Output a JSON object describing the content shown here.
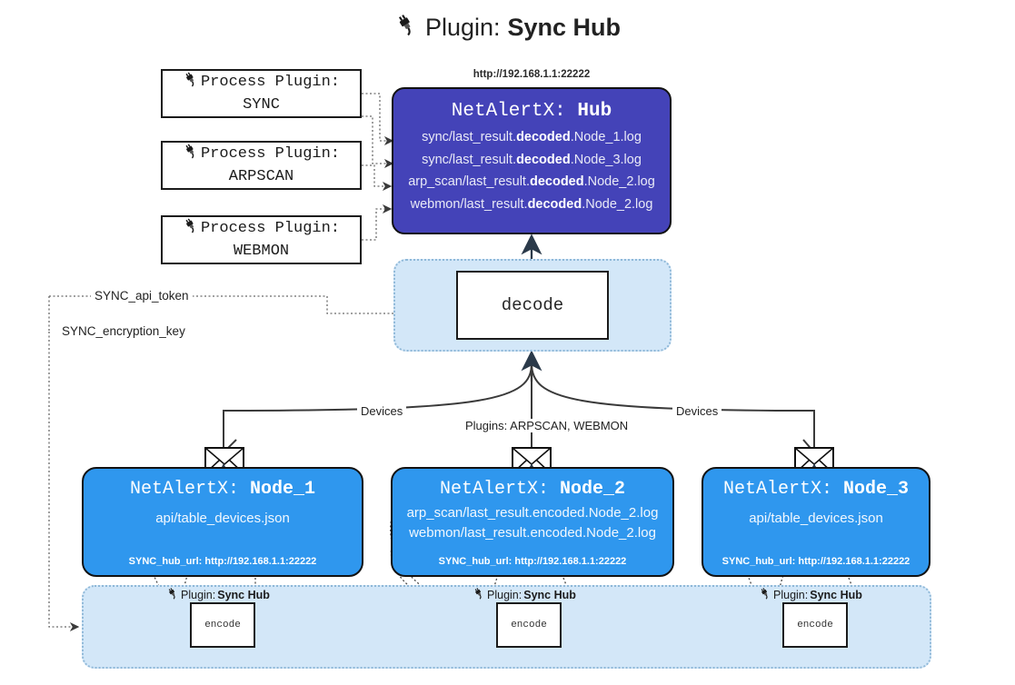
{
  "title": {
    "icon": "plug-icon",
    "prefix": "Plugin:",
    "name": "Sync Hub"
  },
  "process_plugins": [
    {
      "line1": "Process Plugin:",
      "line2": "SYNC",
      "icon": "plug-icon"
    },
    {
      "line1": "Process Plugin:",
      "line2": "ARPSCAN",
      "icon": "plug-icon"
    },
    {
      "line1": "Process Plugin:",
      "line2": "WEBMON",
      "icon": "plug-icon"
    }
  ],
  "hub": {
    "url": "http://192.168.1.1:22222",
    "title_prefix": "NetAlertX:",
    "title_name": "Hub",
    "logs": [
      {
        "pre": "sync/last_result.",
        "bold": "decoded",
        "post": ".Node_1.log"
      },
      {
        "pre": "sync/last_result.",
        "bold": "decoded",
        "post": ".Node_3.log"
      },
      {
        "pre": "arp_scan/last_result.",
        "bold": "decoded",
        "post": ".Node_2.log"
      },
      {
        "pre": "webmon/last_result.",
        "bold": "decoded",
        "post": ".Node_2.log"
      }
    ],
    "color": "#4443b8"
  },
  "decode": {
    "label": "decode",
    "container_color": "#d3e7f8"
  },
  "tokens": {
    "api": "SYNC_api_token",
    "encryption": "SYNC_encryption_key"
  },
  "edges": {
    "devices_left": "Devices",
    "devices_right": "Devices",
    "plugins": "Plugins: ARPSCAN, WEBMON"
  },
  "nodes": [
    {
      "title_prefix": "NetAlertX:",
      "title_name": "Node_1",
      "lines": [
        "api/table_devices.json"
      ],
      "footer": "SYNC_hub_url: http://192.168.1.1:22222",
      "mail_icon": "envelope-icon",
      "color": "#2f97ee"
    },
    {
      "title_prefix": "NetAlertX:",
      "title_name": "Node_2",
      "lines": [
        "arp_scan/last_result.encoded.Node_2.log",
        "webmon/last_result.encoded.Node_2.log"
      ],
      "footer": "SYNC_hub_url: http://192.168.1.1:22222",
      "mail_icon": "envelope-icon",
      "color": "#2f97ee"
    },
    {
      "title_prefix": "NetAlertX:",
      "title_name": "Node_3",
      "lines": [
        "api/table_devices.json"
      ],
      "footer": "SYNC_hub_url: http://192.168.1.1:22222",
      "mail_icon": "envelope-icon",
      "color": "#2f97ee"
    }
  ],
  "encoders": [
    {
      "plugin_prefix": "Plugin:",
      "plugin_name": "Sync Hub",
      "box": "encode",
      "icon": "plug-icon"
    },
    {
      "plugin_prefix": "Plugin:",
      "plugin_name": "Sync Hub",
      "box": "encode",
      "icon": "plug-icon"
    },
    {
      "plugin_prefix": "Plugin:",
      "plugin_name": "Sync Hub",
      "box": "encode",
      "icon": "plug-icon"
    }
  ]
}
